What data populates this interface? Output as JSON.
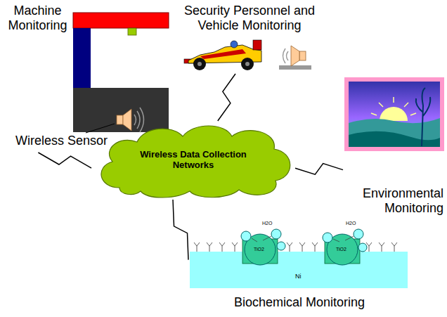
{
  "diagram": {
    "nodes": [
      {
        "text": [
          "Machine Monitoring"
        ]
      },
      {
        "text": [
          "Security Personnel and Vehicle Monitoring"
        ]
      },
      {
        "text": [
          "Wireless Data Collection Networks"
        ]
      },
      {
        "text": [
          "Environmental Monitoring"
        ]
      },
      {
        "text": [
          "Biochemical Monitoring"
        ]
      }
    ],
    "edges": [
      {
        "from": 2,
        "to": 0,
        "arrow": "none"
      },
      {
        "from": 2,
        "to": 1,
        "arrow": "none"
      },
      {
        "from": 2,
        "to": 3,
        "arrow": "none"
      },
      {
        "from": 2,
        "to": 4,
        "arrow": "none"
      }
    ],
    "labels": [
      "Wireless Sensor",
      "H2O",
      "H2O",
      "TiO2",
      "TiO2",
      "Ni"
    ]
  }
}
